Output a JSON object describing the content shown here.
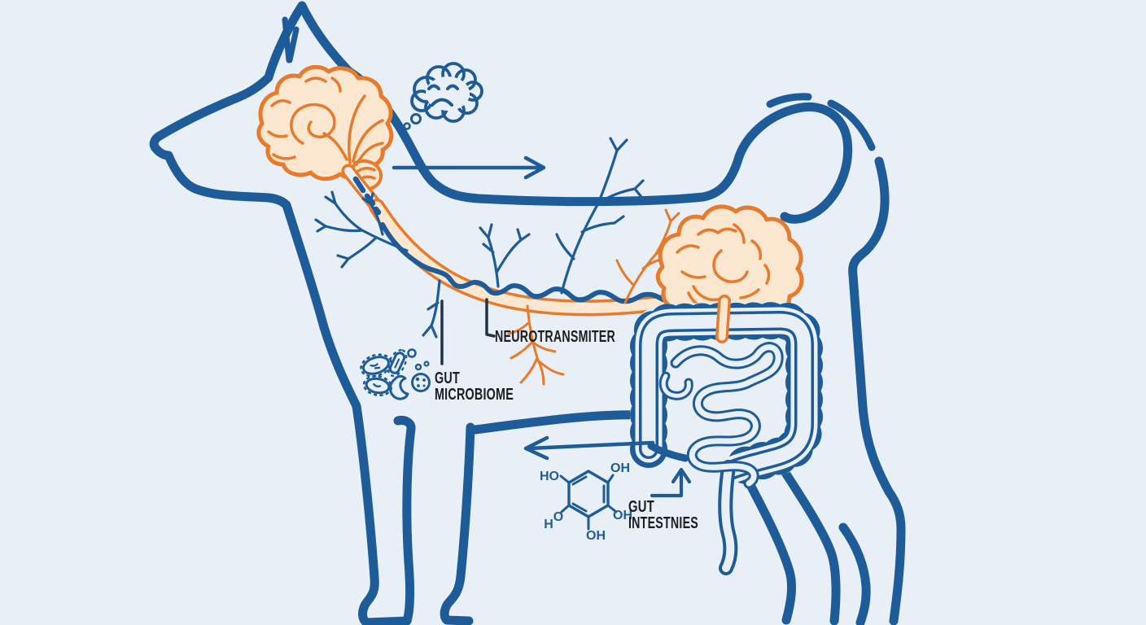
{
  "palette": {
    "background": "#e9eff6",
    "outline_blue": "#1e5c99",
    "accent_orange": "#e87b2b",
    "brain_fill": "#fbe7d0",
    "pointer_dark": "#23344a",
    "label_text": "#1d1d1f"
  },
  "labels": {
    "neurotransmitter_label": "NEUROTRANSMITER",
    "gut_microbiome": {
      "line1": "GUT",
      "line2": "MICROBIOME"
    },
    "gut_intestines": {
      "line1": "GUT",
      "line2": "INTESTNIES"
    }
  },
  "chemistry": {
    "top_left": "HO",
    "top_right": "OH",
    "lower_left_h": "H",
    "lower_left_o": "O",
    "lower_right": "OH",
    "bottom": "OH"
  },
  "icons": {
    "dog": "dog-outline-icon",
    "head_brain": "brain-icon",
    "gut_brain": "enteric-brain-icon",
    "vagus_nerve": "vagus-nerve-icon",
    "nerve_branches": "nerve-branches-icon",
    "intestines": "intestines-icon",
    "microbes": "gut-microbes-icon",
    "thought_cloud": "sad-thought-cloud-icon",
    "molecule": "hydroxyl-molecule-icon",
    "arrow_right": "arrow-right-icon",
    "arrow_left": "arrow-left-icon",
    "arrow_up": "arrow-up-icon"
  }
}
